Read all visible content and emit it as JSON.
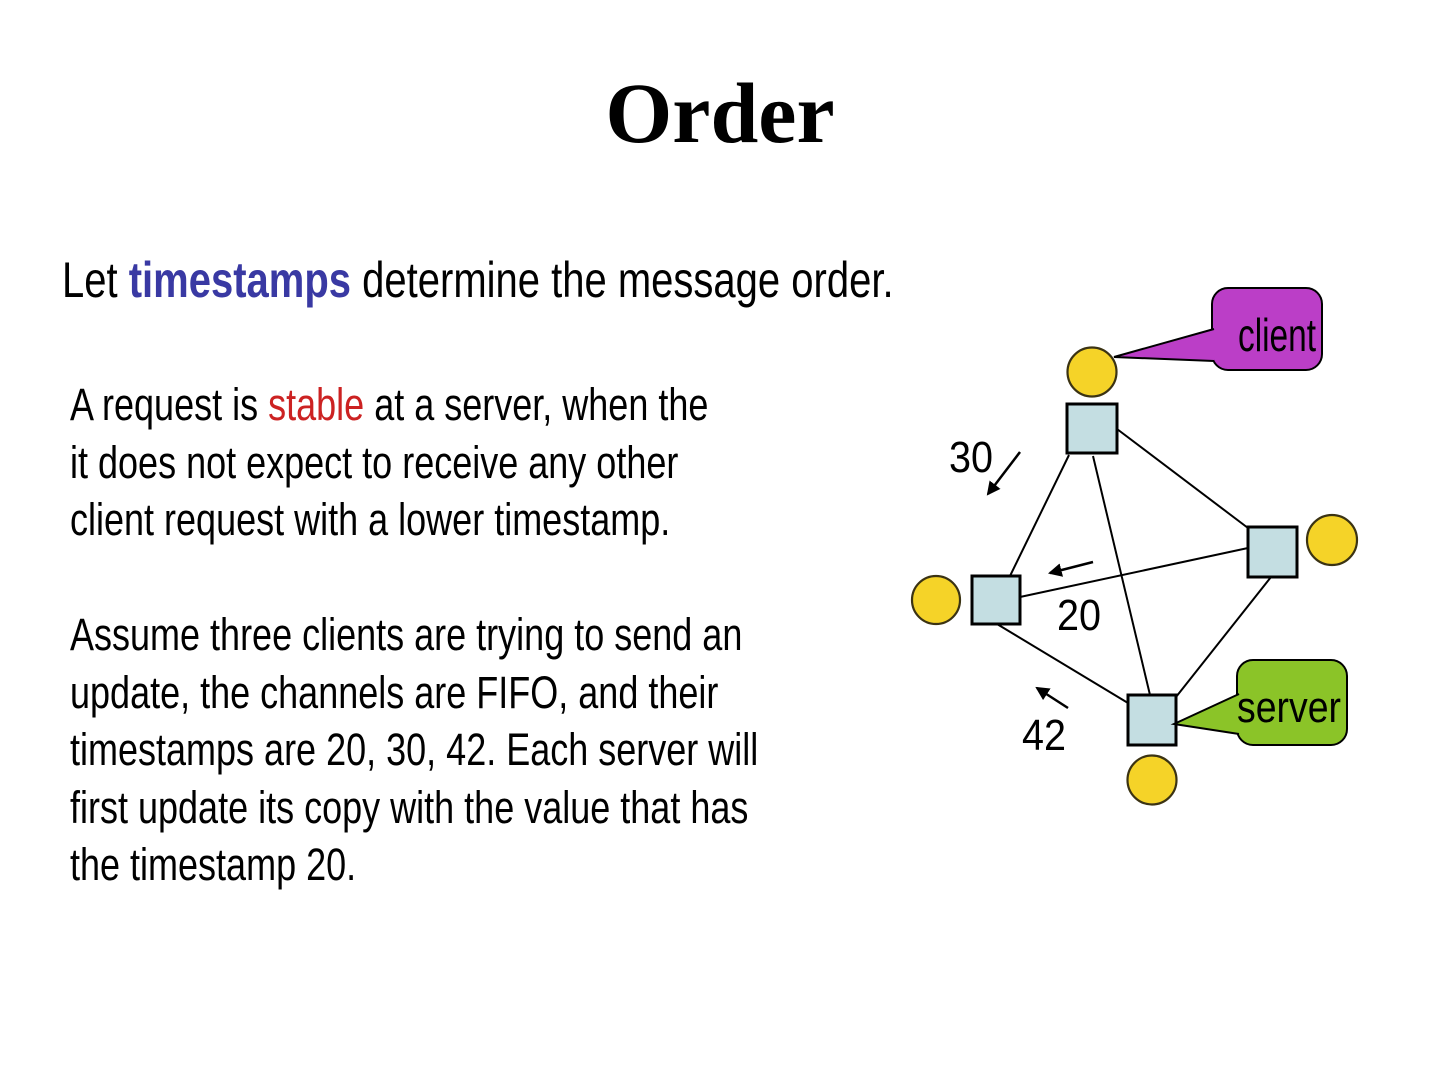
{
  "slide": {
    "title": "Order",
    "intro": {
      "prefix": "Let ",
      "highlight": "timestamps",
      "suffix": " determine the message order."
    },
    "paragraph1": {
      "prefix": "A request is ",
      "highlight": "stable",
      "suffix": " at a server, when the\nit does not expect to receive any other\nclient request with a lower timestamp."
    },
    "paragraph2": "Assume three clients are trying to send an\nupdate, the channels are FIFO, and their\ntimestamps are 20, 30, 42. Each server will\nfirst update its copy with the value that has\nthe timestamp 20."
  },
  "diagram": {
    "callout_client": "client",
    "callout_server": "server",
    "timestamp_30": "30",
    "timestamp_20": "20",
    "timestamp_42": "42",
    "colors": {
      "client_node_fill": "#F5D328",
      "client_node_stroke": "#3B3313",
      "server_node_fill": "#C4DEE2",
      "server_node_stroke": "#000000",
      "link_color": "#000000",
      "client_callout_fill": "#BB3EC7",
      "server_callout_fill": "#8BC428",
      "callout_stroke": "#000000",
      "highlight_blue": "#3939A3",
      "highlight_red": "#CC2222"
    }
  }
}
